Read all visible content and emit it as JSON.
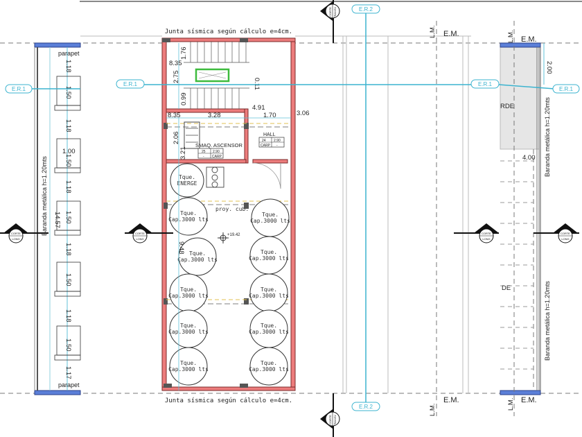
{
  "drawing": {
    "seismic_joint_note": "Junta sísmica según cálculo e=4cm.",
    "grid_axes": {
      "er1": "E.R.1",
      "er2": "E.R.2"
    },
    "section_marks": {
      "long": {
        "top": "CORTE",
        "bottom": "LONG"
      },
      "transv": {
        "top": "CORTE",
        "bottom": "TRANSV"
      }
    },
    "boundary_labels": {
      "lm": "L.M.",
      "em": "E.M."
    },
    "left_elevation": {
      "parapet_label": "parapet",
      "railing_note": "Baranda metálica h=1.20mts",
      "total_dim": "14.57",
      "window_width": "1.00",
      "dims": [
        "1.18",
        "1.50",
        "1.18",
        "1.50",
        "1.18",
        "1.50",
        "1.18",
        "1.50",
        "1.18",
        "1.50",
        "1.17"
      ]
    },
    "right_elevation": {
      "railing_note": "Baranda metálica h=1.20mts",
      "dim_top": "2.00",
      "dim_mid": "4.00",
      "partial_text_1": "RDE",
      "partial_text_2": "DE"
    },
    "plan": {
      "dims": {
        "d176": "1.76",
        "d835a": "8.35",
        "d275": "2.75",
        "d099": "0.99",
        "d011": "0.11",
        "d491": "4.91",
        "d835b": "8.35",
        "d328": "3.28",
        "d170": "1.70",
        "d306": "3.06",
        "d206": "2.06",
        "d321": "3.21",
        "d948": "9.48"
      },
      "level": "+19.42",
      "rooms": {
        "hall": {
          "name": "HALL",
          "code": "24",
          "height": "2.90",
          "finish": "CARP",
          "extra": "-"
        },
        "machine_room": {
          "name": "SMAQ. ASCENSOR",
          "code": "25",
          "height": "2.90",
          "finish": "CARP",
          "extra": "-"
        }
      },
      "projection_note": "proy. cub.",
      "energy_tank": {
        "line1": "Tque.",
        "line2": "ENERGE"
      },
      "tank_label": {
        "line1": "Tque.",
        "line2": "Cap.3000 lts"
      }
    }
  },
  "colors": {
    "wall": "#ec7c7c",
    "axis": "#3bb3cf",
    "cap": "#5b7fd8",
    "elevator_shaft": "#3dbb3d"
  }
}
